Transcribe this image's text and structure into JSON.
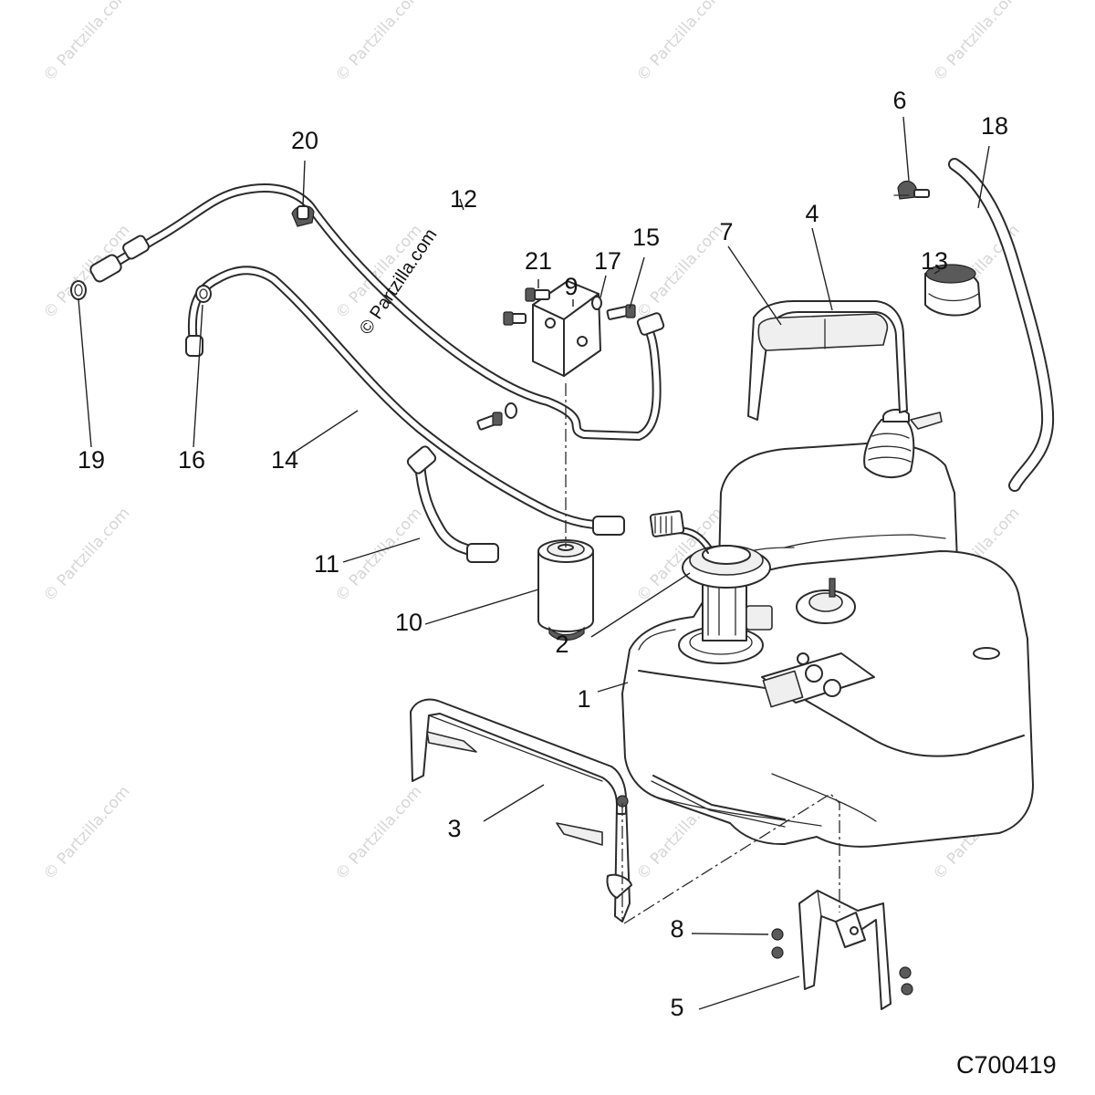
{
  "watermark": "© Partzilla.com",
  "credit": "© Partzilla.com",
  "figure_code": "C700419",
  "callouts": {
    "c1": "1",
    "c2": "2",
    "c3": "3",
    "c4": "4",
    "c5": "5",
    "c6": "6",
    "c7": "7",
    "c8": "8",
    "c9": "9",
    "c10": "10",
    "c11": "11",
    "c12": "12",
    "c13": "13",
    "c14": "14",
    "c15": "15",
    "c16": "16",
    "c17": "17",
    "c18": "18",
    "c19": "19",
    "c20": "20",
    "c21": "21"
  }
}
